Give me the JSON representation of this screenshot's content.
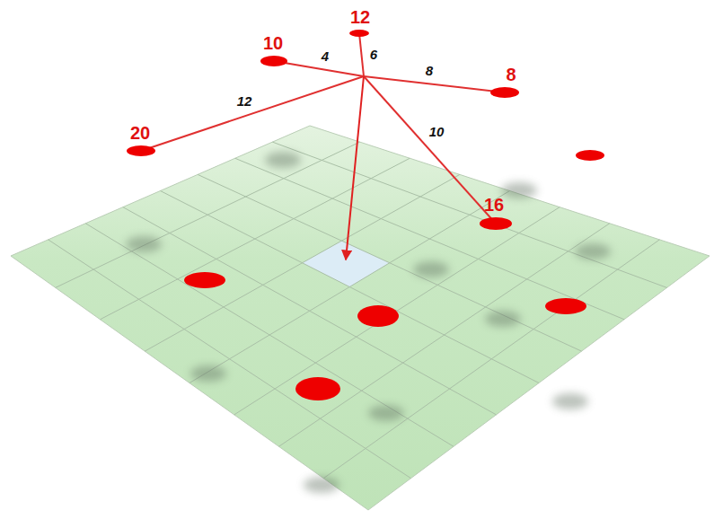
{
  "diagram": {
    "labels": [
      "12",
      "10",
      "4",
      "6",
      "8",
      "8",
      "12",
      "20",
      "10",
      "16"
    ]
  }
}
